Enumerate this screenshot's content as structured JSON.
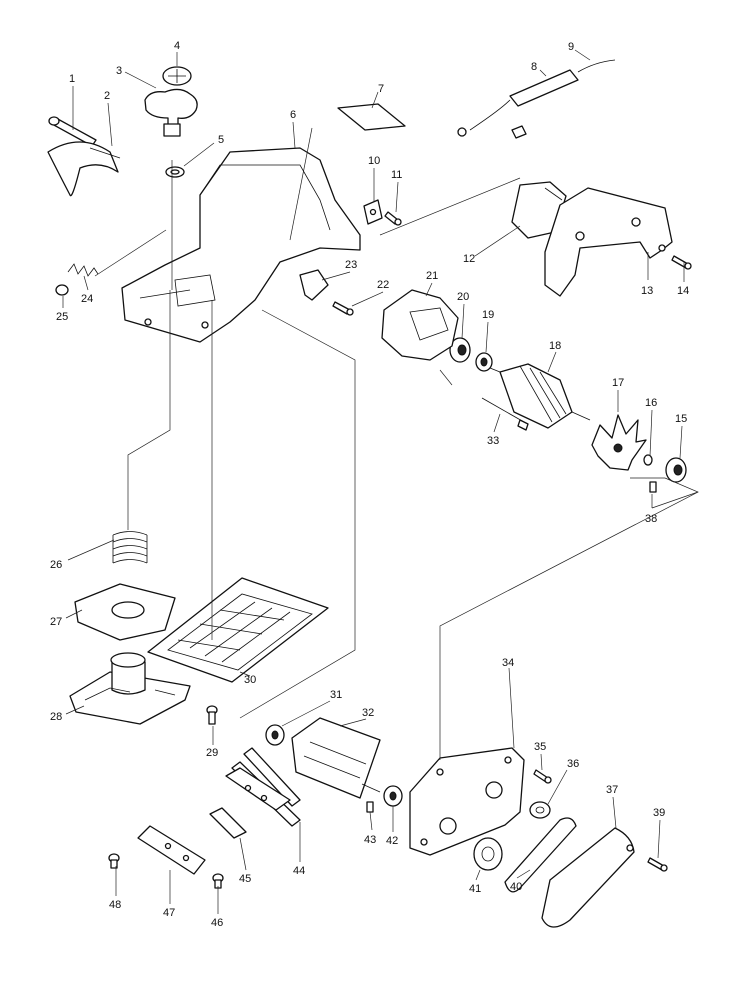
{
  "diagram_type": "exploded-parts-view",
  "callouts": {
    "c1": "1",
    "c2": "2",
    "c3": "3",
    "c4": "4",
    "c5": "5",
    "c6": "6",
    "c7": "7",
    "c8": "8",
    "c9": "9",
    "c10": "10",
    "c11": "11",
    "c12": "12",
    "c13": "13",
    "c14": "14",
    "c15": "15",
    "c16": "16",
    "c17": "17",
    "c18": "18",
    "c19": "19",
    "c20": "20",
    "c21": "21",
    "c22": "22",
    "c23": "23",
    "c24": "24",
    "c25": "25",
    "c26": "26",
    "c27": "27",
    "c28": "28",
    "c29": "29",
    "c30": "30",
    "c31": "31",
    "c32": "32",
    "c33": "33",
    "c34": "34",
    "c35": "35",
    "c36": "36",
    "c37": "37",
    "c38": "38",
    "c39": "39",
    "c40": "40",
    "c41": "41",
    "c42": "42",
    "c43": "43",
    "c44": "44",
    "c45": "45",
    "c46": "46",
    "c47": "47",
    "c48": "48"
  }
}
